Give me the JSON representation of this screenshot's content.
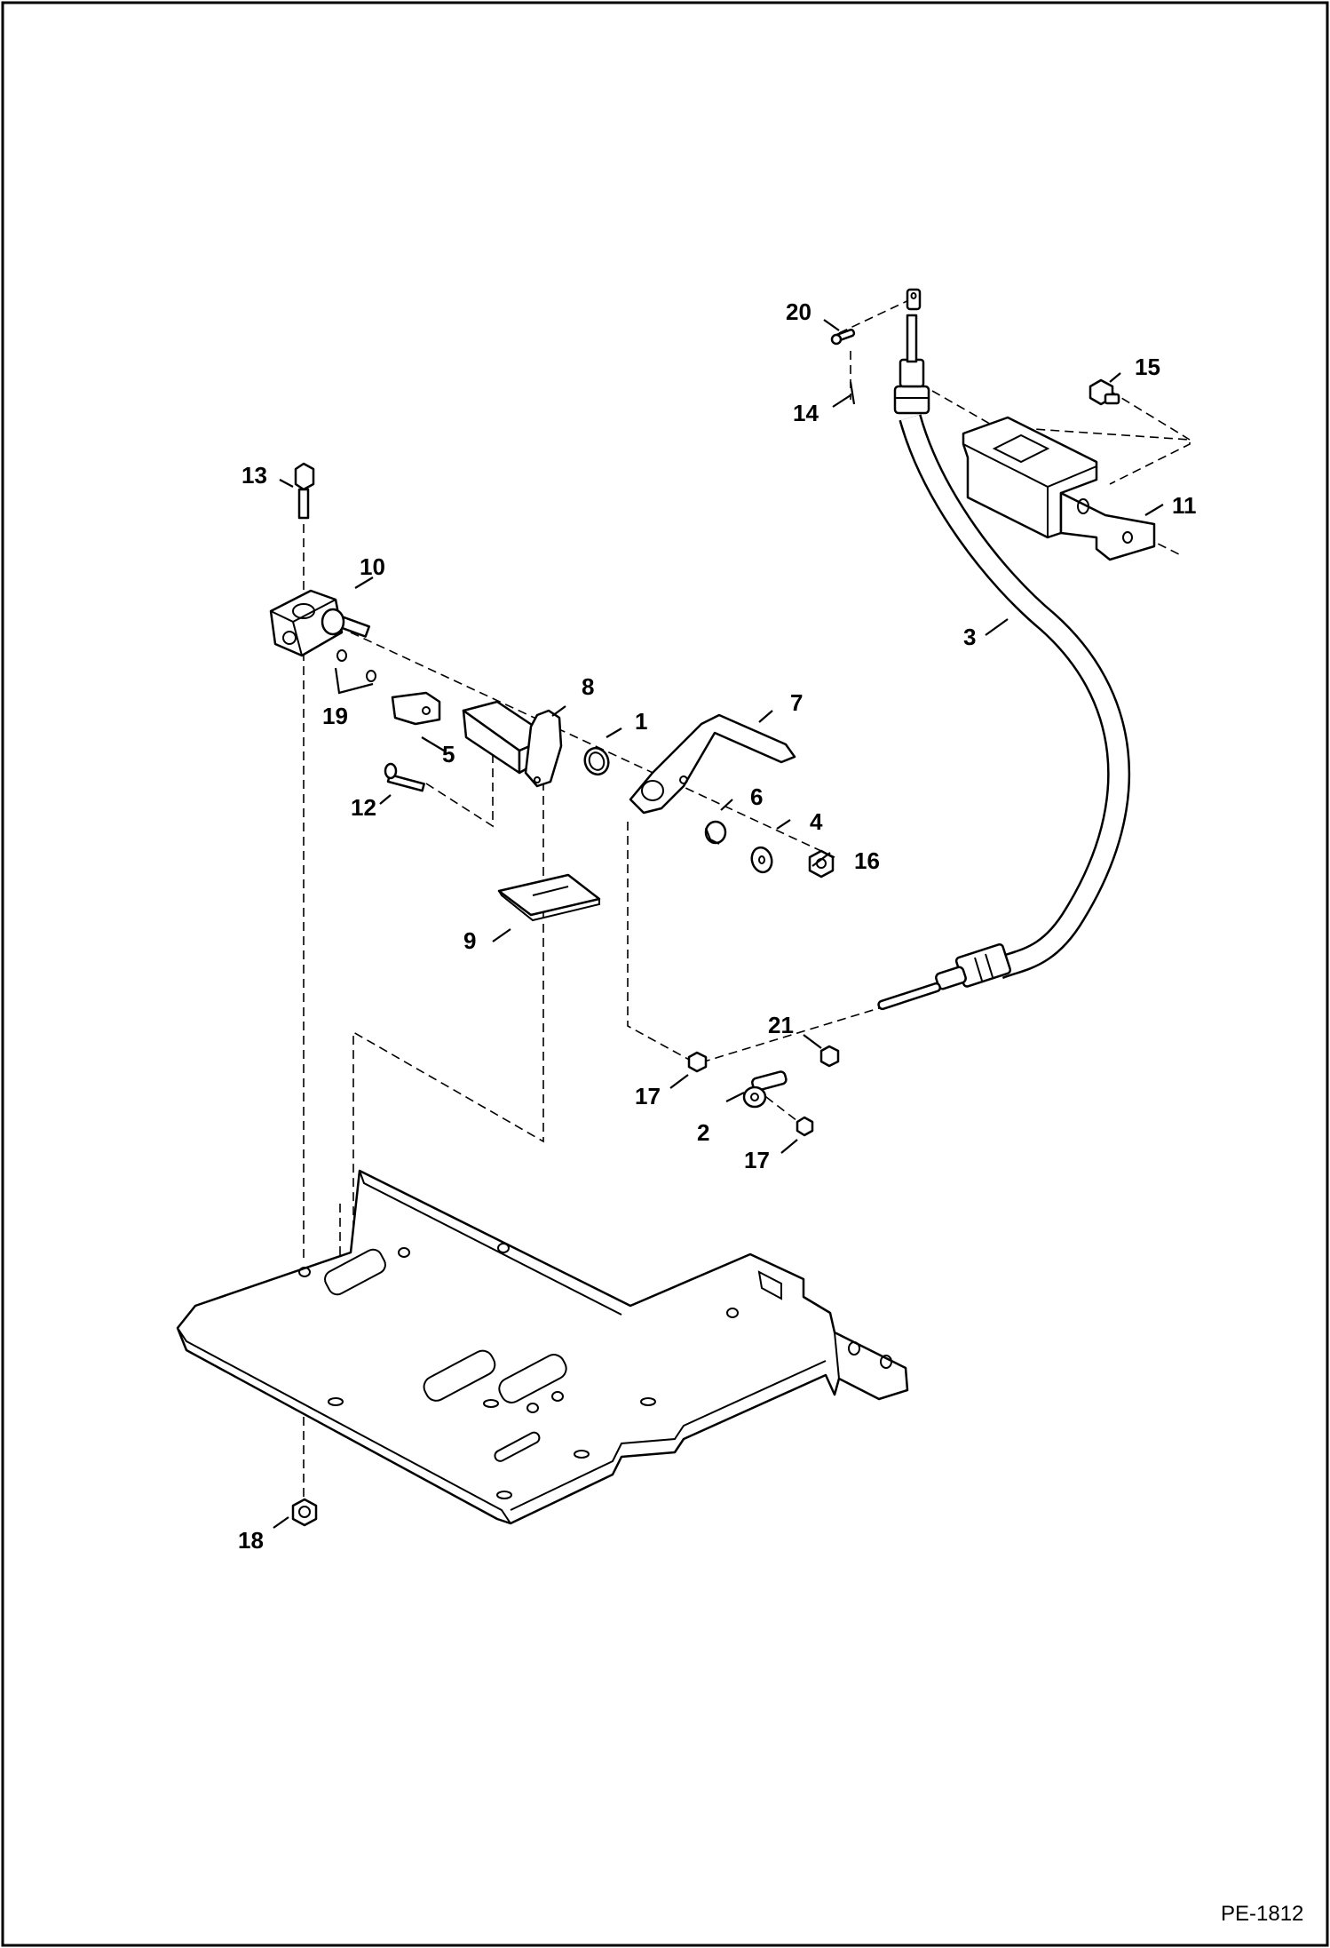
{
  "figure_id": "PE-1812",
  "callouts": {
    "c1": "1",
    "c2": "2",
    "c3": "3",
    "c4": "4",
    "c5": "5",
    "c6": "6",
    "c7": "7",
    "c8": "8",
    "c9": "9",
    "c10": "10",
    "c11": "11",
    "c12": "12",
    "c13": "13",
    "c14": "14",
    "c15": "15",
    "c16": "16",
    "c17a": "17",
    "c17b": "17",
    "c18": "18",
    "c19": "19",
    "c20": "20",
    "c21": "21"
  },
  "colors": {
    "line": "#000000",
    "background": "#ffffff"
  }
}
